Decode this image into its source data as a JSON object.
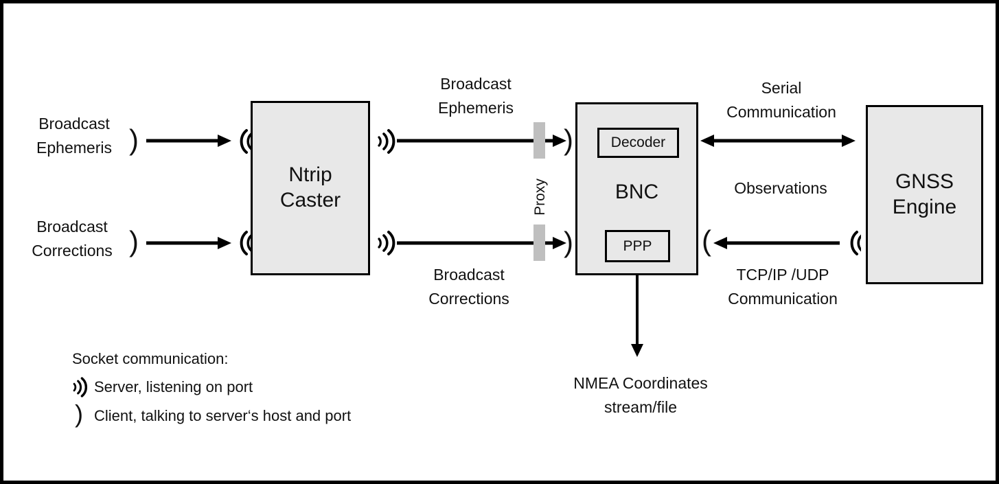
{
  "diagram": {
    "title": "BNC GNSS data flow diagram",
    "background_color": "#ffffff",
    "border_color": "#000000",
    "box_fill_color": "#e8e8e8",
    "proxy_bar_color": "#bfbfbf"
  },
  "nodes": {
    "ntrip_caster": {
      "label": "Ntrip\nCaster"
    },
    "bnc": {
      "label": "BNC",
      "decoder": {
        "label": "Decoder"
      },
      "ppp": {
        "label": "PPP"
      }
    },
    "gnss_engine": {
      "label": "GNSS\nEngine"
    }
  },
  "labels": {
    "input_ephemeris": "Broadcast\nEphemeris",
    "input_corrections": "Broadcast\nCorrections",
    "mid_ephemeris": "Broadcast\nEphemeris",
    "mid_corrections": "Broadcast\nCorrections",
    "proxy": "Proxy",
    "serial_communication": "Serial\nCommunication",
    "observations": "Observations",
    "tcpip_udp_communication": "TCP/IP /UDP\nCommunication",
    "nmea_output": "NMEA Coordinates\nstream/file"
  },
  "legend": {
    "title": "Socket communication:",
    "items": [
      {
        "icon": "server-wave-icon",
        "text": "Server, listening on port"
      },
      {
        "icon": "client-paren-icon",
        "text": "Client, talking to server‘s host and port"
      }
    ]
  }
}
